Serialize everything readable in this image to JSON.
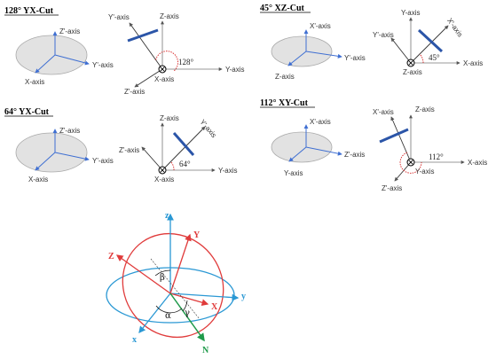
{
  "colors": {
    "ellipse_fill": "#e2e2e2",
    "ellipse_stroke": "#a9a9a9",
    "blue_arrow": "#3f6fd2",
    "sample_bar": "#2b55a8",
    "angle_arc": "#d62020",
    "red_frame": "#e03b3b",
    "cyan_frame": "#2a98d4",
    "green_N": "#1f9a4a"
  },
  "panels": [
    {
      "title": "128° YX-Cut",
      "small_axes": [
        "Z'-axis",
        "Y'-axis",
        "X-axis"
      ],
      "right_axes": [
        "Y'-axis",
        "Z-axis",
        "Y-axis",
        "X-axis",
        "Z'-axis"
      ],
      "angle": "128°"
    },
    {
      "title": "45° XZ-Cut",
      "small_axes": [
        "X'-axis",
        "Y'-axis",
        "Z-axis"
      ],
      "right_axes": [
        "Y-axis",
        "Y'-axis",
        "X'-axis",
        "X-axis",
        "Z-axis"
      ],
      "angle": "45°"
    },
    {
      "title": "64° YX-Cut",
      "small_axes": [
        "Z'-axis",
        "Y'-axis",
        "X-axis"
      ],
      "right_axes": [
        "Z-axis",
        "Y'-axis",
        "Z'-axis",
        "Y-axis",
        "X-axis"
      ],
      "angle": "64°"
    },
    {
      "title": "112° XY-Cut",
      "small_axes": [
        "X'-axis",
        "Z'-axis",
        "Y-axis"
      ],
      "right_axes": [
        "X'-axis",
        "Z-axis",
        "X-axis",
        "Y-axis",
        "Z'-axis"
      ],
      "angle": "112°"
    }
  ],
  "euler": {
    "red_axes": [
      "Z",
      "Y",
      "X"
    ],
    "cyan_axes": [
      "z",
      "y",
      "x"
    ],
    "node_line": "N",
    "angles": [
      "β",
      "α",
      "γ"
    ]
  }
}
